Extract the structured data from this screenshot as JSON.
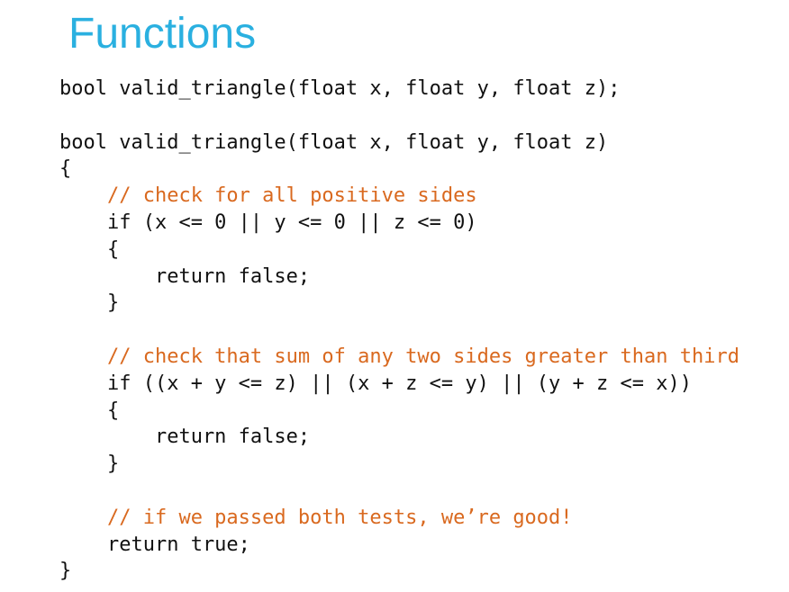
{
  "slide": {
    "title": "Functions",
    "code_lines": [
      {
        "text": "bool valid_triangle(float x, float y, float z);",
        "type": "code"
      },
      {
        "text": "",
        "type": "blank"
      },
      {
        "text": "bool valid_triangle(float x, float y, float z)",
        "type": "code"
      },
      {
        "text": "{",
        "type": "code"
      },
      {
        "text": "    // check for all positive sides",
        "type": "comment"
      },
      {
        "text": "    if (x <= 0 || y <= 0 || z <= 0)",
        "type": "code"
      },
      {
        "text": "    {",
        "type": "code"
      },
      {
        "text": "        return false;",
        "type": "code"
      },
      {
        "text": "    }",
        "type": "code"
      },
      {
        "text": "",
        "type": "blank"
      },
      {
        "text": "    // check that sum of any two sides greater than third",
        "type": "comment"
      },
      {
        "text": "    if ((x + y <= z) || (x + z <= y) || (y + z <= x))",
        "type": "code"
      },
      {
        "text": "    {",
        "type": "code"
      },
      {
        "text": "        return false;",
        "type": "code"
      },
      {
        "text": "    }",
        "type": "code"
      },
      {
        "text": "",
        "type": "blank"
      },
      {
        "text": "    // if we passed both tests, we’re good!",
        "type": "comment"
      },
      {
        "text": "    return true;",
        "type": "code"
      },
      {
        "text": "}",
        "type": "code"
      }
    ]
  },
  "colors": {
    "title": "#2ab0e0",
    "comment": "#d9691f",
    "code": "#111111",
    "background": "#ffffff"
  }
}
